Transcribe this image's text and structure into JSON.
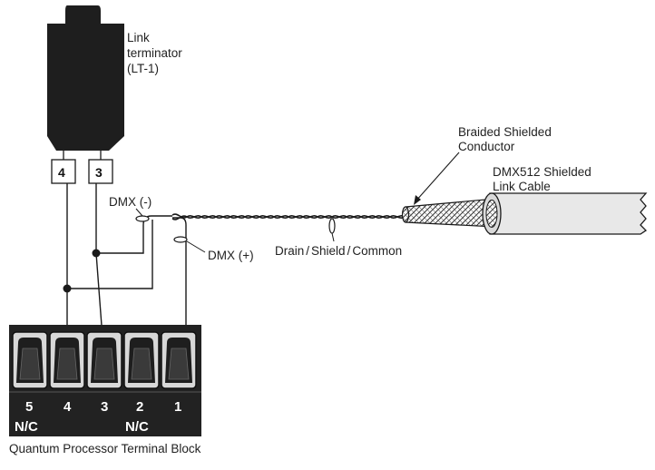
{
  "terminator": {
    "label_lines": [
      "Link",
      "terminator",
      "(LT-1)"
    ],
    "pin_left": "4",
    "pin_right": "3"
  },
  "labels": {
    "dmx_minus": "DMX (-)",
    "dmx_plus": "DMX (+)",
    "drain": "Drain",
    "shield": "Shield",
    "common": "Common",
    "separator": "/",
    "braided_lines": [
      "Braided Shielded",
      "Conductor"
    ],
    "cable_lines": [
      "DMX512 Shielded",
      "Link Cable"
    ],
    "block_caption": "Quantum Processor Terminal Block"
  },
  "terminal_block": {
    "numbers": [
      "5",
      "4",
      "3",
      "2",
      "1"
    ],
    "nc_left": "N/C",
    "nc_right": "N/C"
  },
  "colors": {
    "ink": "#1a1a1a",
    "block": "#222222",
    "cable_fill": "#e6e6e6",
    "braid": "#555555"
  }
}
